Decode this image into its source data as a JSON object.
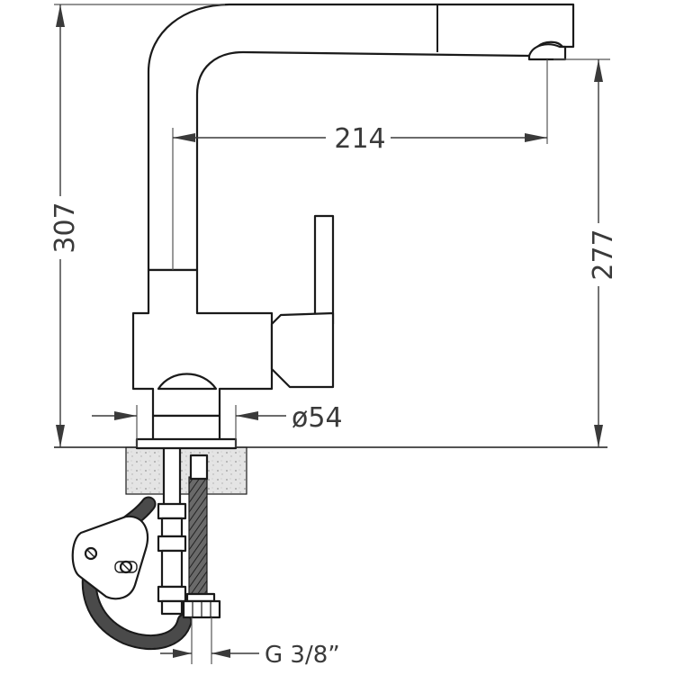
{
  "dimensions": {
    "total_height": "307",
    "spout_height": "277",
    "spout_reach": "214",
    "base_diameter": "ø54",
    "connection_thread": "G 3/8”"
  },
  "icons": {
    "faucet": "kitchen-faucet-drawing",
    "hoses": "braided-supply-hoses",
    "countertop": "countertop-section"
  }
}
